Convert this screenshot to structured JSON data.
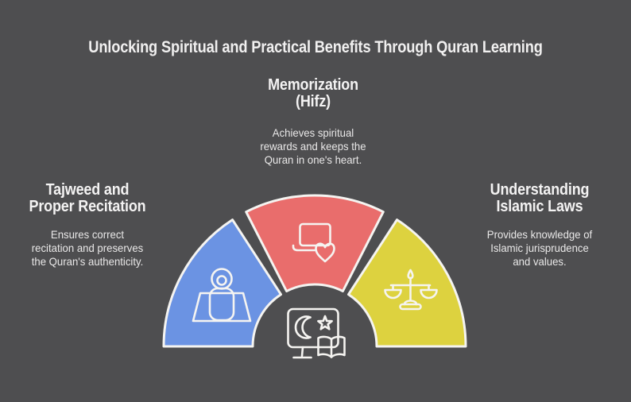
{
  "title": "Unlocking Spiritual and Practical Benefits Through Quran Learning",
  "segments": {
    "tajweed": {
      "heading": "Tajweed and\nProper Recitation",
      "description": "Ensures correct\nrecitation and preserves\nthe Quran's authenticity.",
      "color": "#6b93e3",
      "icon": "praying-person-icon"
    },
    "memorization": {
      "heading": "Memorization\n(Hifz)",
      "description": "Achieves spiritual\nrewards and keeps the\nQuran in one's heart.",
      "color": "#e96d6c",
      "icon": "laptop-heart-icon"
    },
    "laws": {
      "heading": "Understanding\nIslamic Laws",
      "description": "Provides knowledge of\nIslamic jurisprudence\nand values.",
      "color": "#ddd23f",
      "icon": "scales-of-justice-icon"
    }
  },
  "center_icon": "quran-learning-monitor-icon",
  "colors": {
    "background": "#4e4e50",
    "title_text": "#f1f0f0",
    "heading_text": "#f4f3f3",
    "body_text": "#e9e8e8",
    "outline": "#f5f4f1",
    "blue": "#6b93e3",
    "red": "#e96d6c",
    "yellow": "#ddd23f"
  }
}
